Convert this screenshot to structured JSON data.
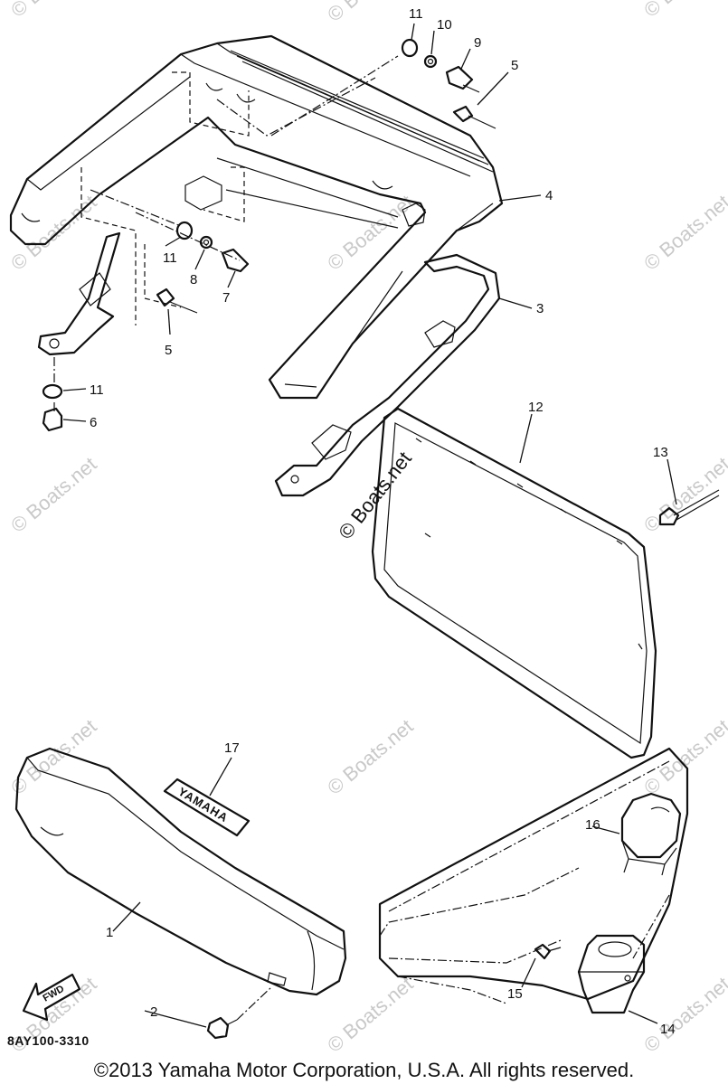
{
  "watermark": "© Boats.net",
  "drawing_code": "8AY100-3310",
  "copyright": "©2013 Yamaha Motor Corporation, U.S.A. All rights reserved.",
  "emblem_text": "YAMAHA",
  "fwd_label": "FWD",
  "callouts": {
    "c1": "1",
    "c2": "2",
    "c3": "3",
    "c4": "4",
    "c5a": "5",
    "c5b": "5",
    "c6": "6",
    "c7": "7",
    "c8": "8",
    "c9": "9",
    "c10": "10",
    "c11a": "11",
    "c11b": "11",
    "c11c": "11",
    "c12": "12",
    "c13": "13",
    "c14": "14",
    "c15": "15",
    "c16": "16",
    "c17": "17"
  }
}
